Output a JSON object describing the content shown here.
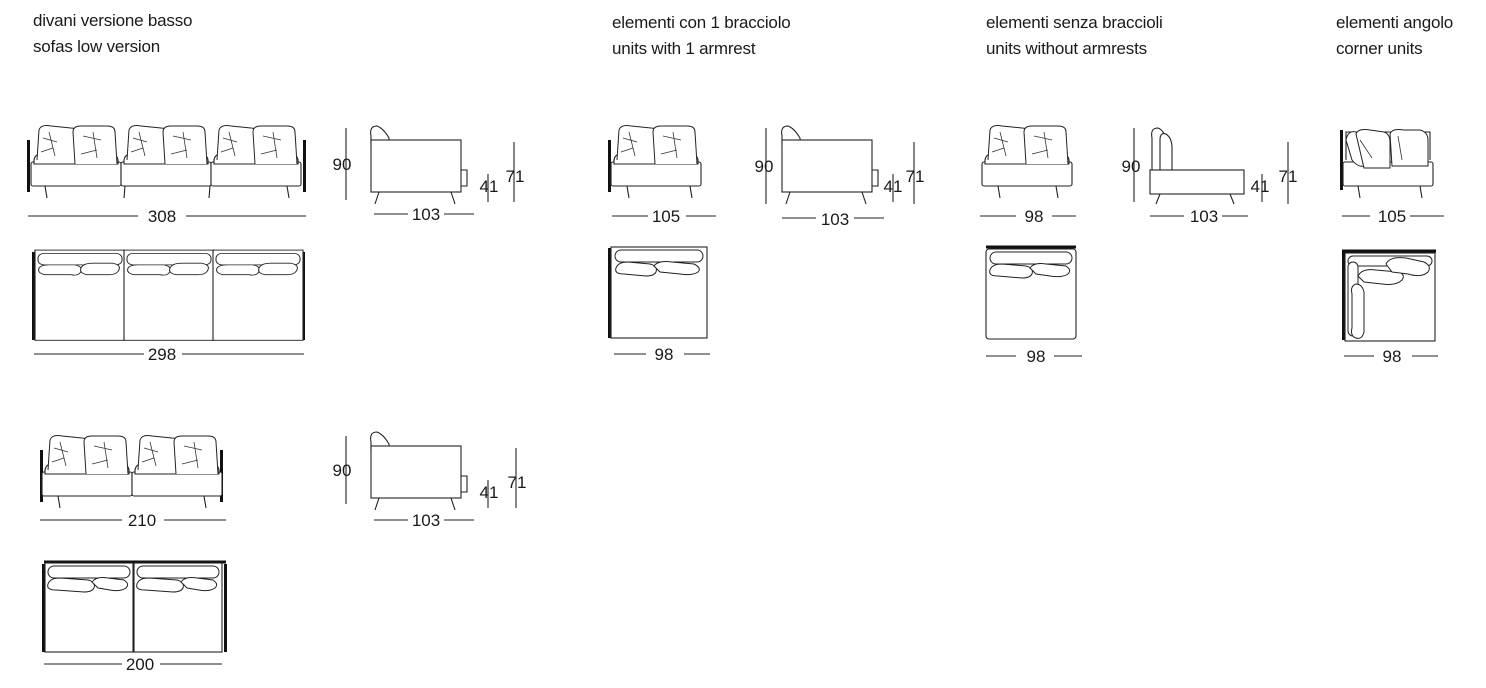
{
  "sections": {
    "sofas_low": {
      "title_it": "divani versione basso",
      "title_en": "sofas low version"
    },
    "one_armrest": {
      "title_it": "elementi con 1 bracciolo",
      "title_en": "units with 1 armrest"
    },
    "no_armrests": {
      "title_it": "elementi senza braccioli",
      "title_en": "units without armrests"
    },
    "corner": {
      "title_it": "elementi angolo",
      "title_en": "corner units"
    }
  },
  "dimensions": {
    "sofa3_front_width": "308",
    "sofa3_plan_width": "298",
    "sofa3_side_height": "90",
    "sofa3_side_depth": "103",
    "sofa3_side_seat": "41",
    "sofa3_side_arm": "71",
    "sofa2_front_width": "210",
    "sofa2_plan_width": "200",
    "sofa2_side_height": "90",
    "sofa2_side_depth": "103",
    "sofa2_side_seat": "41",
    "sofa2_side_arm": "71",
    "arm1_front_width": "105",
    "arm1_plan_width": "98",
    "arm1_side_height": "90",
    "arm1_side_depth": "103",
    "arm1_side_seat": "41",
    "arm1_side_arm": "71",
    "noarm_front_width": "98",
    "noarm_plan_width": "98",
    "noarm_side_height": "90",
    "noarm_side_depth": "103",
    "noarm_side_seat": "41",
    "noarm_side_arm": "71",
    "corner_front_width": "105",
    "corner_plan_width": "98"
  }
}
